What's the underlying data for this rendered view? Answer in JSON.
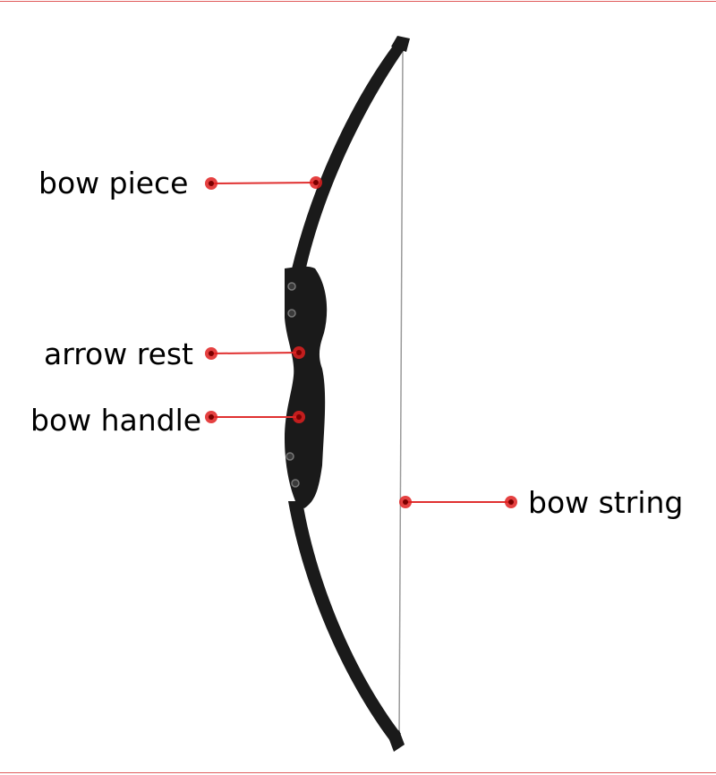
{
  "colors": {
    "frame": "#e05a5a",
    "leader": "#e03030",
    "dot": "#e02020",
    "bow": "#1a1a1a",
    "string": "#9a9a9a"
  },
  "labels": {
    "bow_piece": "bow piece",
    "arrow_rest": "arrow rest",
    "bow_handle": "bow handle",
    "bow_string": "bow string"
  }
}
